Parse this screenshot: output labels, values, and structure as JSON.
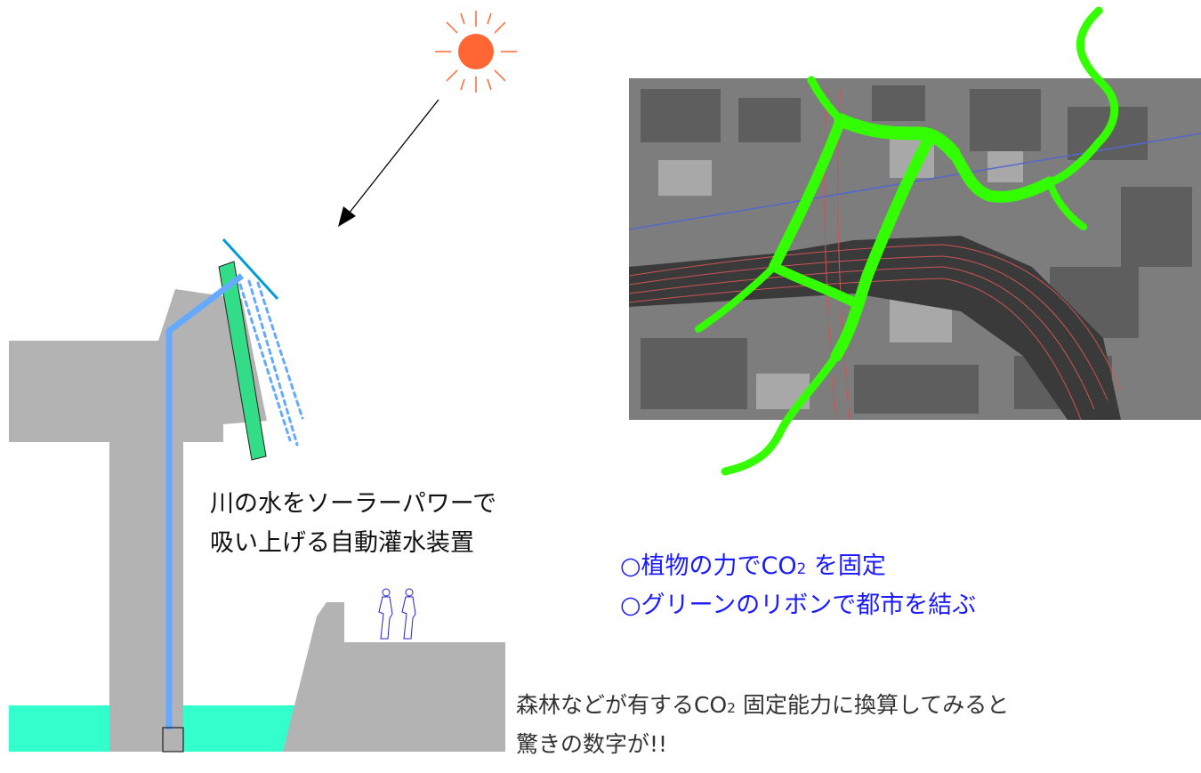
{
  "caption": {
    "line1": "川の水をソーラーパワーで",
    "line2": "吸い上げる自動灌水装置"
  },
  "bullets": [
    {
      "before": "○植物の力でCO",
      "sub": "2",
      "after": " を固定"
    },
    {
      "before": "○グリーンのリボンで都市を結ぶ",
      "sub": "",
      "after": ""
    }
  ],
  "note": {
    "line1_before": "森林などが有するCO",
    "line1_sub": "2",
    "line1_after": " 固定能力に換算してみると",
    "line2": "驚きの数字が!!"
  },
  "colors": {
    "sun": "#ff6633",
    "structure": "#b3b3b3",
    "water": "#33ffcc",
    "pipe": "#66aaff",
    "panel": "#33dd88",
    "ribbon": "#33ff00",
    "bullet_text": "#1a1aff"
  }
}
